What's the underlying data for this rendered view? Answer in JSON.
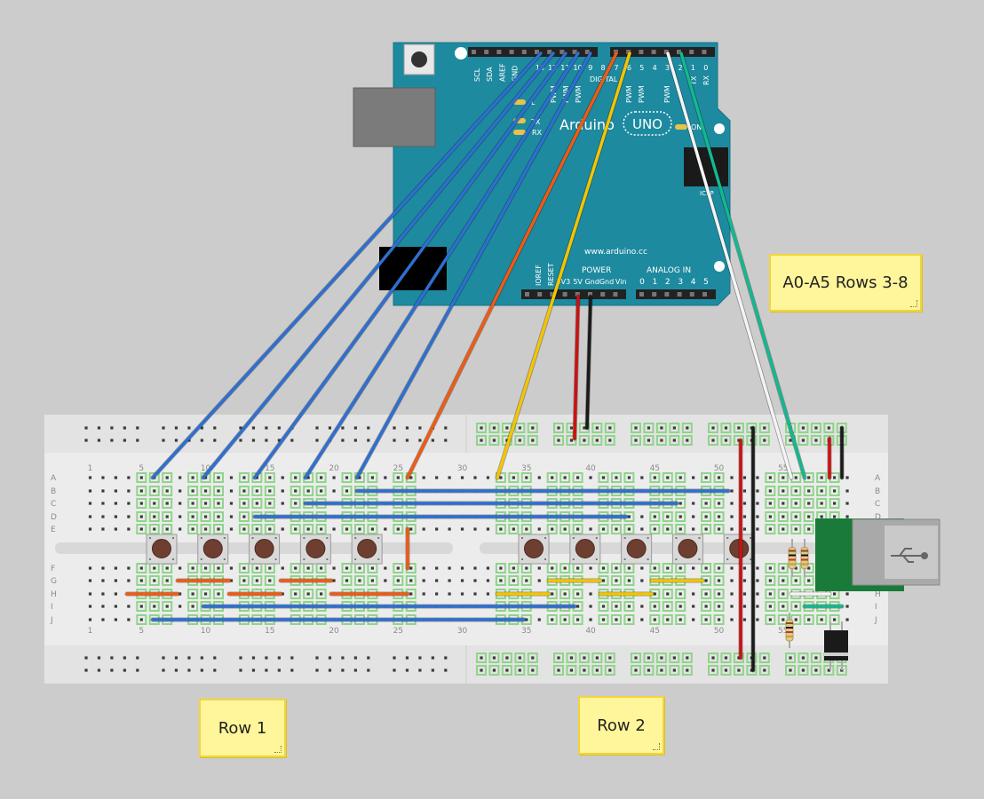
{
  "arduino": {
    "brand": "Arduino",
    "model": "UNO",
    "url": "www.arduino.cc",
    "digital_label": "DIGITAL",
    "header_top_left": [
      "SCL",
      "SDA",
      "AREF",
      "GND"
    ],
    "digital_pins_high": [
      "13",
      "12",
      "11",
      "10",
      "9",
      "8"
    ],
    "digital_pins_low": [
      "7",
      "6",
      "5",
      "4",
      "3",
      "2",
      "1",
      "0"
    ],
    "pwm_label": "PWM",
    "tx_label": "TX",
    "rx_label": "RX",
    "led_l": "L",
    "on_label": "ON",
    "icsp_label": "ICSP",
    "power_label": "POWER",
    "power_pins": [
      "IOREF",
      "RESET",
      "3V3",
      "5V",
      "Gnd",
      "Gnd",
      "Vin"
    ],
    "analog_label": "ANALOG IN",
    "analog_pins": [
      "0",
      "1",
      "2",
      "3",
      "4",
      "5"
    ]
  },
  "breadboard": {
    "row_letters_top": [
      "A",
      "B",
      "C",
      "D",
      "E"
    ],
    "row_letters_bottom": [
      "F",
      "G",
      "H",
      "I",
      "J"
    ],
    "column_numbers": [
      "1",
      "5",
      "10",
      "15",
      "20",
      "25",
      "30",
      "35",
      "40",
      "45",
      "50",
      "55"
    ]
  },
  "notes": {
    "analog": "A0-A5 Rows 3-8",
    "row1": "Row 1",
    "row2": "Row 2"
  },
  "colors": {
    "board": "#1e8aa0",
    "wire_blue": "#2e6fd0",
    "wire_orange": "#f05a14",
    "wire_yellow": "#f5c400",
    "wire_red": "#cc1111",
    "wire_black": "#1a1a1a",
    "wire_white": "#f4f4f4",
    "wire_green": "#13b890",
    "breadboard": "#ececec",
    "note": "#fff59a"
  }
}
